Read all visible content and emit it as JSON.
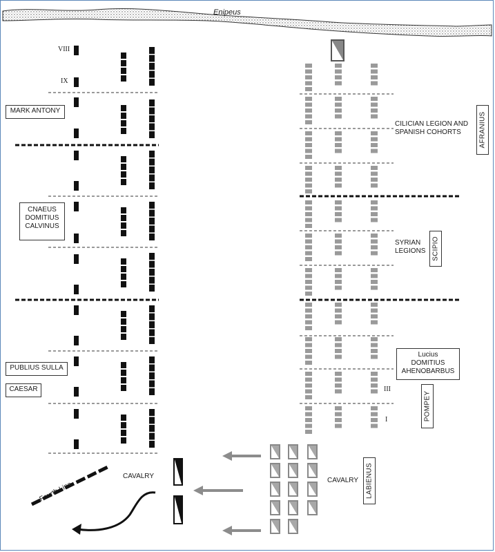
{
  "river": {
    "name": "Enipeus"
  },
  "caesar_side": {
    "legion_numerals": [
      "VIII",
      "IX"
    ],
    "commanders": {
      "left": "MARK ANTONY",
      "center": [
        "CNAEUS",
        "DOMITIUS",
        "CALVINUS"
      ],
      "right_1": "PUBLIUS SULLA",
      "right_2": "CAESAR"
    },
    "cavalry_label": "CAVALRY",
    "fourth_line_label": "Fourth Line"
  },
  "pompey_side": {
    "units": {
      "cilician": [
        "CILICIAN LEGION AND",
        "SPANISH COHORTS"
      ],
      "syrian": [
        "SYRIAN",
        "LEGIONS"
      ]
    },
    "commanders": {
      "right_wing": "AFRANIUS",
      "center": "SCIPIO",
      "left_wing_box": [
        "Lucius",
        "DOMITIUS",
        "AHENOBARBUS"
      ],
      "left_wing": "POMPEY",
      "cavalry": "LABIENUS"
    },
    "legion_numerals": [
      "III",
      "I"
    ],
    "cavalry_label": "CAVALRY"
  },
  "colors": {
    "caesar_unit": "#111111",
    "pompey_unit": "#9a9a9a",
    "arrow": "#8c8c8c",
    "frame": "#5a86b8"
  },
  "icons": [
    "left-arrow-icon",
    "curved-arrow-icon",
    "cavalry-unit-icon"
  ]
}
